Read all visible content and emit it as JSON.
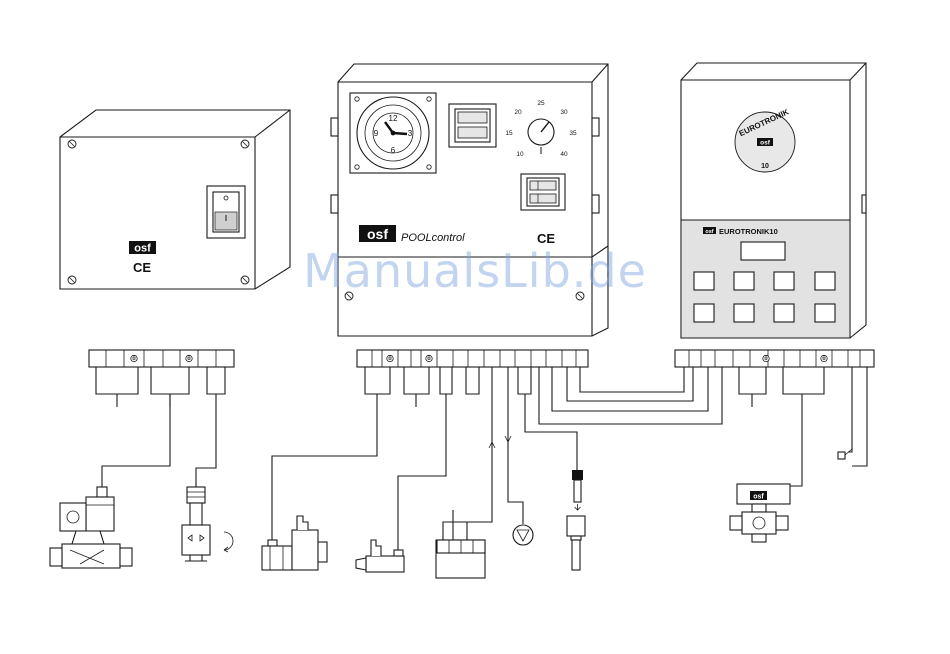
{
  "watermark": "ManualsLib.de",
  "left_box": {
    "brand": "osf",
    "ce": "CE"
  },
  "pool_control": {
    "brand": "osf",
    "product": "POOLcontrol",
    "ce": "CE",
    "clock": {
      "n12": "12",
      "n3": "3",
      "n6": "6",
      "n9": "9"
    },
    "dial": {
      "t10": "10",
      "t15": "15",
      "t20": "20",
      "t25": "25",
      "t30": "30",
      "t35": "35",
      "t40": "40"
    }
  },
  "eurotronik": {
    "badge_name": "EUROTRONIK",
    "badge_brand": "osf",
    "badge_number": "10",
    "panel_brand": "osf",
    "panel_label": "EUROTRONIK10"
  },
  "motorized_valve": {
    "brand": "osf"
  },
  "colors": {
    "line": "#1a1a1a",
    "panel_grey": "#e2e2e2",
    "watermark": "#78a0dc"
  },
  "icons": [
    "ground-symbol",
    "clock-icon",
    "rotate-arrow-icon",
    "pump-symbol",
    "rocker-switch"
  ]
}
